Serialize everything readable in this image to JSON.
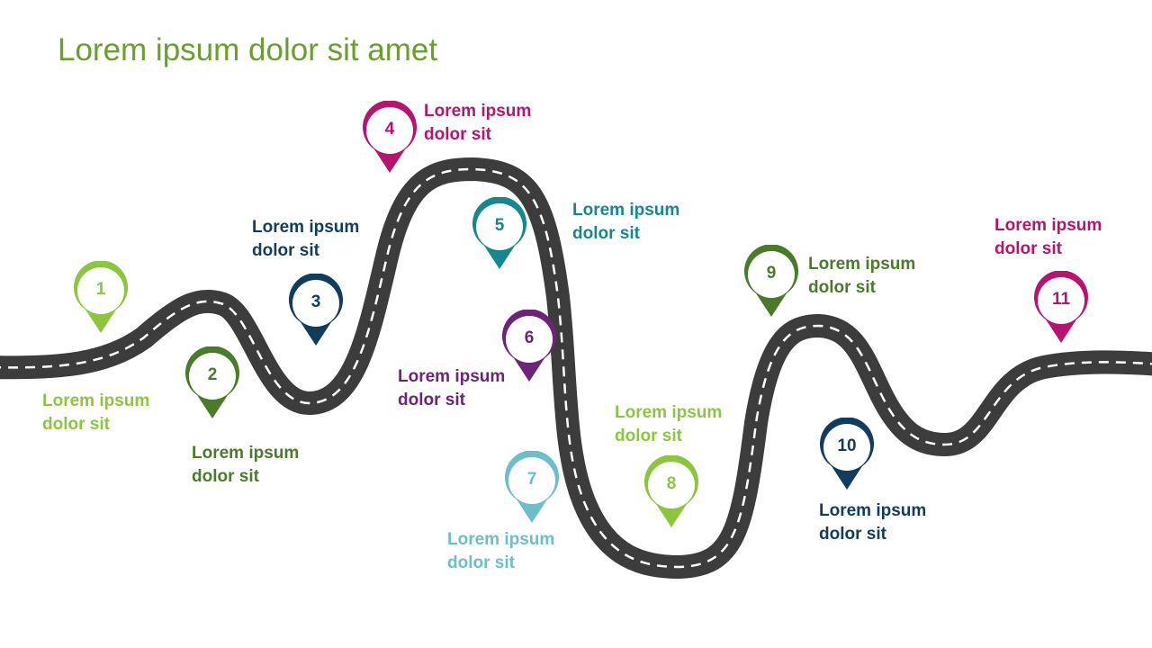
{
  "title": "Lorem ipsum dolor sit amet",
  "colors": {
    "road": "#3c3c3c",
    "dash": "#ffffff",
    "title": "#6a9e2e"
  },
  "steps": [
    {
      "number": "1",
      "line1": "Lorem ipsum",
      "line2": "dolor sit",
      "color": "#8cc63f"
    },
    {
      "number": "2",
      "line1": "Lorem ipsum",
      "line2": "dolor sit",
      "color": "#4a7a2a"
    },
    {
      "number": "3",
      "line1": "Lorem ipsum",
      "line2": "dolor sit",
      "color": "#123c5c"
    },
    {
      "number": "4",
      "line1": "Lorem ipsum",
      "line2": "dolor sit",
      "color": "#b5156e"
    },
    {
      "number": "5",
      "line1": "Lorem ipsum",
      "line2": "dolor sit",
      "color": "#17878f"
    },
    {
      "number": "6",
      "line1": "Lorem ipsum",
      "line2": "dolor sit",
      "color": "#6b2476"
    },
    {
      "number": "7",
      "line1": "Lorem ipsum",
      "line2": "dolor sit",
      "color": "#6cbec8"
    },
    {
      "number": "8",
      "line1": "Lorem ipsum",
      "line2": "dolor sit",
      "color": "#8cc63f"
    },
    {
      "number": "9",
      "line1": "Lorem ipsum",
      "line2": "dolor sit",
      "color": "#4a7a2a"
    },
    {
      "number": "10",
      "line1": "Lorem ipsum",
      "line2": "dolor sit",
      "color": "#123c5c"
    },
    {
      "number": "11",
      "line1": "Lorem ipsum",
      "line2": "dolor sit",
      "color": "#b5156e"
    }
  ]
}
